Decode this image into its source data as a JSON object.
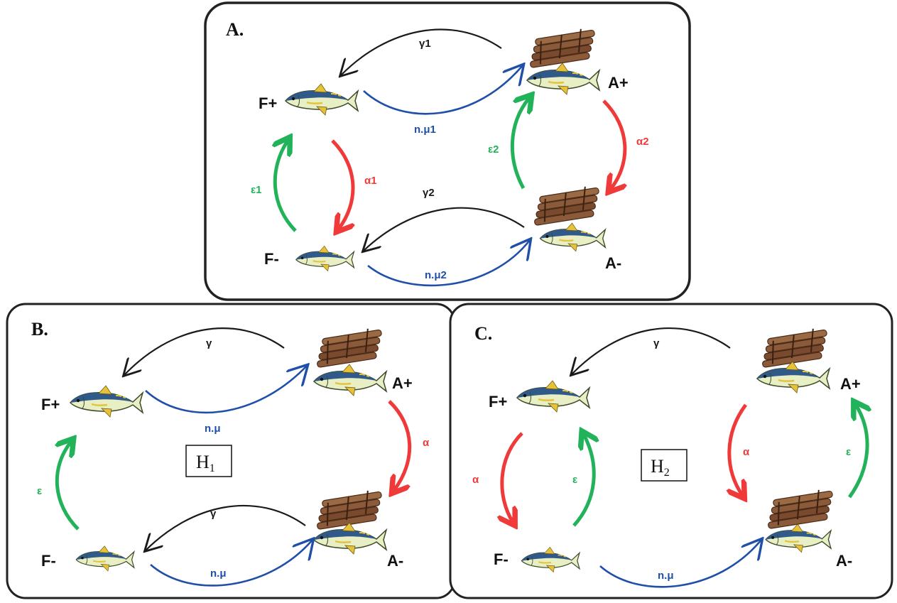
{
  "panels": {
    "A": {
      "label": "A.",
      "states": {
        "f_plus": "F+",
        "f_minus": "F-",
        "a_plus": "A+",
        "a_minus": "A-"
      },
      "rates": {
        "gamma_top": "γ1",
        "mu_top": "n.μ1",
        "gamma_bottom": "γ2",
        "mu_bottom": "n.μ2",
        "alpha_left": "α1",
        "eps_left": "ε1",
        "alpha_right": "α2",
        "eps_right": "ε2"
      }
    },
    "B": {
      "label": "B.",
      "states": {
        "f_plus": "F+",
        "f_minus": "F-",
        "a_plus": "A+",
        "a_minus": "A-"
      },
      "rates": {
        "gamma_top": "γ",
        "mu_top": "n.μ",
        "gamma_bottom": "γ",
        "mu_bottom": "n.μ",
        "eps_left": "ε",
        "alpha_right": "α"
      },
      "hypothesis": {
        "base": "H",
        "sub": "1"
      }
    },
    "C": {
      "label": "C.",
      "states": {
        "f_plus": "F+",
        "f_minus": "F-",
        "a_plus": "A+",
        "a_minus": "A-"
      },
      "rates": {
        "gamma_top": "γ",
        "mu_bottom": "n.μ",
        "alpha_left": "α",
        "eps_left": "ε",
        "alpha_right": "α",
        "eps_right": "ε"
      },
      "hypothesis": {
        "base": "H",
        "sub": "2"
      }
    }
  },
  "colors": {
    "gamma": "#1a1a1a",
    "mu": "#1f4fa8",
    "alpha": "#f03a3a",
    "eps": "#22b35a",
    "fish_body": "#e8efc4",
    "fish_back": "#2f5a8a",
    "fish_fin": "#e6c13a",
    "log": "#8a5a3a"
  },
  "icons": {
    "fish": "tuna-icon",
    "fad": "fad-raft-icon"
  }
}
